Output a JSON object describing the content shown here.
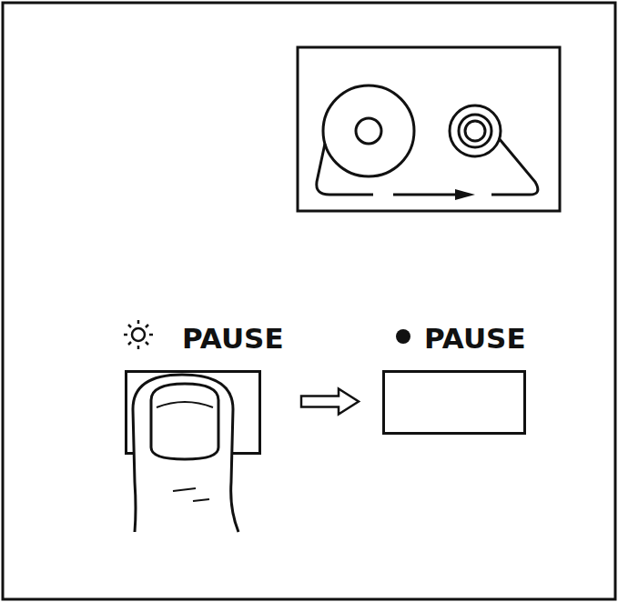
{
  "diagram": {
    "nodes": [
      {
        "text": [
          "PAUSE"
        ]
      },
      {
        "text": [
          "PAUSE"
        ]
      }
    ],
    "edges": [
      {
        "from": 0,
        "to": 1,
        "arrow": "to"
      }
    ]
  }
}
